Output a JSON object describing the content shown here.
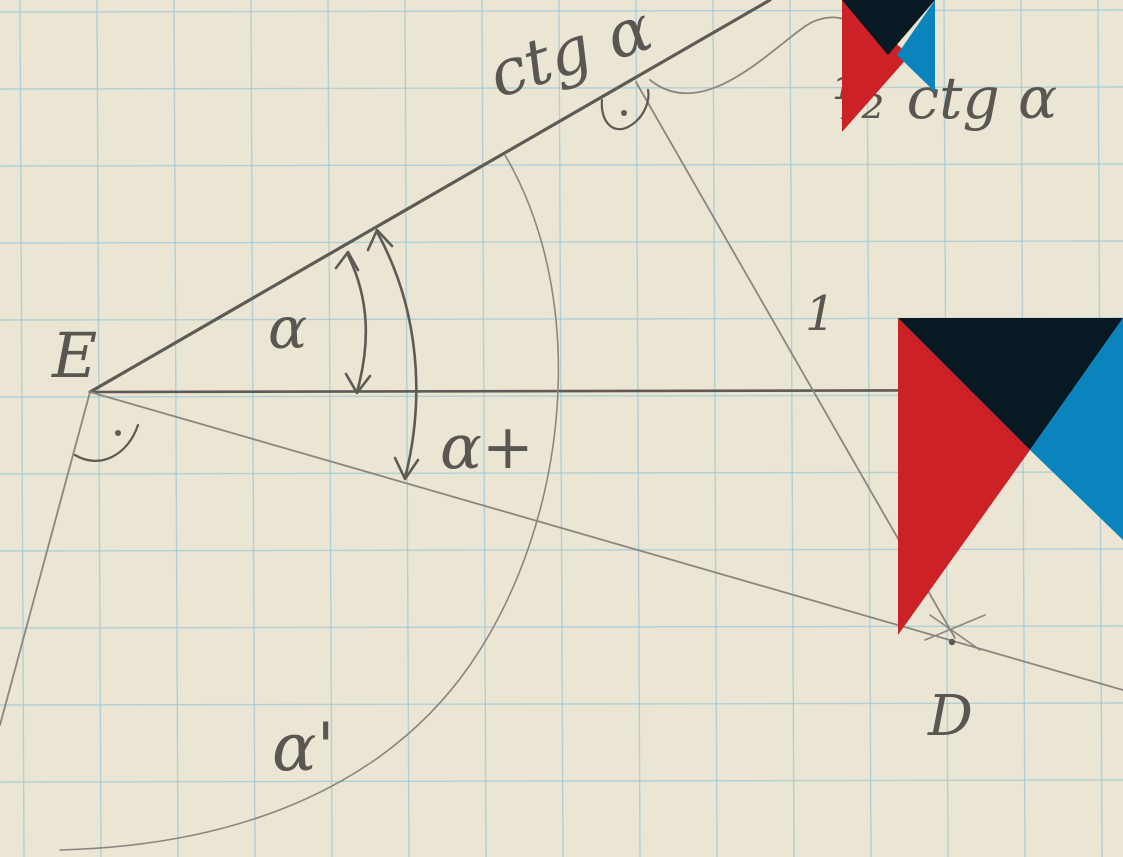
{
  "labels": {
    "point_e": "E",
    "point_d": "D",
    "angle_alpha": "α",
    "angle_alpha_plus": "α+",
    "angle_alpha_prime": "α'",
    "side_one": "1",
    "ctg_alpha": "ctg α",
    "half_ctg_alpha": "½ ctg α"
  },
  "colors": {
    "paper": "#ebe5d3",
    "grid": "#9ec9d8",
    "pencil": "#5e5a55",
    "logo_red": "#cc2127",
    "logo_navy": "#071922",
    "logo_blue": "#0a84bd"
  },
  "logos": [
    {
      "name": "logo-small"
    },
    {
      "name": "logo-large"
    }
  ]
}
